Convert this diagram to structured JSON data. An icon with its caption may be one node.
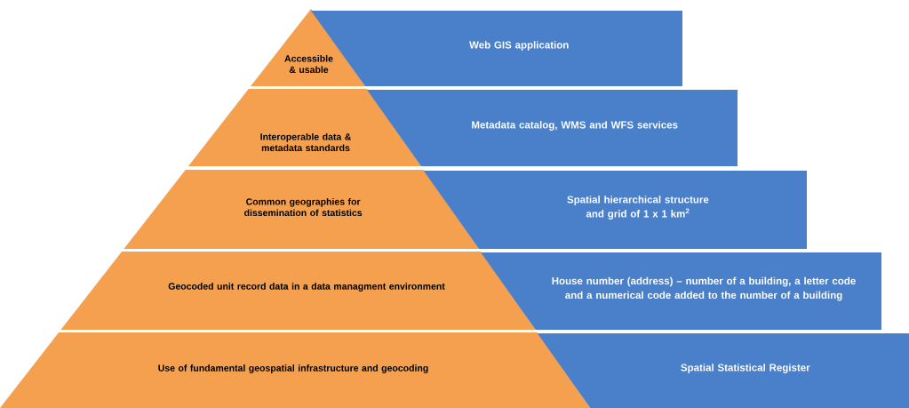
{
  "diagram": {
    "nodes": [
      {
        "text": [
          "Accessible & usable"
        ]
      },
      {
        "text": [
          "Web GIS application"
        ]
      },
      {
        "text": [
          "Interoperable data & metadata standards"
        ]
      },
      {
        "text": [
          "Metadata catalog, WMS and WFS services"
        ]
      },
      {
        "text": [
          "Common geographies for dissemination of statistics"
        ]
      },
      {
        "text": [
          "Spatial hierarchical structure and grid of 1 x 1 km$^{2}$"
        ]
      },
      {
        "text": [
          "Geocoded unit record data in a data managment environment"
        ]
      },
      {
        "text": [
          "House number (address) – number of a building, a letter code and a numerical code added to the number of a building"
        ]
      },
      {
        "text": [
          "Use of fundamental geospatial infrastructure and geocoding"
        ]
      },
      {
        "text": [
          "Spatial Statistical Register"
        ]
      }
    ]
  }
}
